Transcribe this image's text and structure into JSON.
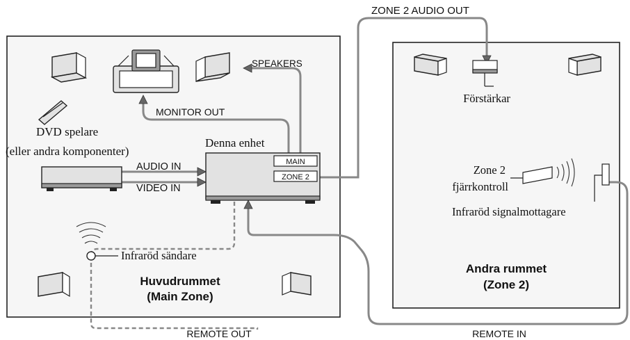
{
  "main_room": {
    "title_line1": "Huvudrummet",
    "title_line2": "(Main Zone)"
  },
  "second_room": {
    "title_line1": "Andra rummet",
    "title_line2": "(Zone 2)"
  },
  "labels": {
    "zone2_audio_out": "ZONE 2 AUDIO OUT",
    "speakers": "SPEAKERS",
    "monitor_out": "MONITOR OUT",
    "this_unit": "Denna enhet",
    "dvd_line1": "DVD spelare",
    "dvd_line2": "(eller andra komponenter)",
    "audio_in": "AUDIO IN",
    "video_in": "VIDEO IN",
    "main_terminal": "MAIN",
    "zone2_terminal": "ZONE 2",
    "ir_transmitter": "Infraröd sändare",
    "remote_out": "REMOTE OUT",
    "remote_in": "REMOTE IN",
    "amplifier": "Förstärkar",
    "zone2_remote_line1": "Zone 2",
    "zone2_remote_line2": "fjärrkontroll",
    "ir_receiver": "Infraröd signalmottagare"
  }
}
